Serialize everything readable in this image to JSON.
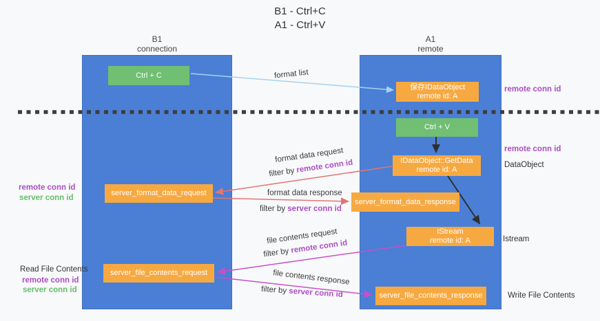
{
  "title": {
    "line1": "B1 - Ctrl+C",
    "line2": "A1 - Ctrl+V"
  },
  "lanes": {
    "left": {
      "name": "B1",
      "role": "connection"
    },
    "right": {
      "name": "A1",
      "role": "remote"
    }
  },
  "nodes": {
    "ctrl_c": {
      "label": "Ctrl + C"
    },
    "save_dataobject": {
      "line1": "保存IDataObject",
      "line2": "remote id: A"
    },
    "ctrl_v": {
      "label": "Ctrl + V"
    },
    "getdata": {
      "line1": "IDataObject::GetData",
      "line2": "remote id: A"
    },
    "format_request": {
      "label": "server_format_data_request"
    },
    "format_response": {
      "label": "server_format_data_response"
    },
    "istream": {
      "line1": "IStream",
      "line2": "remote id: A"
    },
    "file_request": {
      "label": "server_file_contents_request"
    },
    "file_response": {
      "label": "server_file_contents_response"
    }
  },
  "flow_labels": {
    "format_list": "format list",
    "format_data_request": "format data request",
    "format_data_response": "format data response",
    "file_contents_request": "file contents request",
    "file_contents_response": "file contents response",
    "filter_by": "filter by",
    "remote_conn_id": "remote conn id",
    "server_conn_id": "server conn id"
  },
  "side_labels": {
    "left": {
      "group1": {
        "remote": "remote conn id",
        "server": "server conn id"
      },
      "group2": {
        "title": "Read File Contents",
        "remote": "remote conn id",
        "server": "server conn id"
      }
    },
    "right": {
      "remote1": "remote conn id",
      "remote2": "remote conn id",
      "dataobject": "DataObject",
      "istream": "Istream",
      "write": "Write File Contents"
    }
  },
  "colors": {
    "lane_blue": "#4a7fd5",
    "node_orange": "#f7a941",
    "node_green": "#70bf73",
    "arrow_lightblue": "#a8d2f0",
    "arrow_red": "#e57373",
    "arrow_magenta": "#c84fc8",
    "arrow_black": "#2f2f2f",
    "label_purple": "#ab4fc3",
    "label_green": "#67bd6b",
    "divider_dark": "#3d3d3d"
  }
}
